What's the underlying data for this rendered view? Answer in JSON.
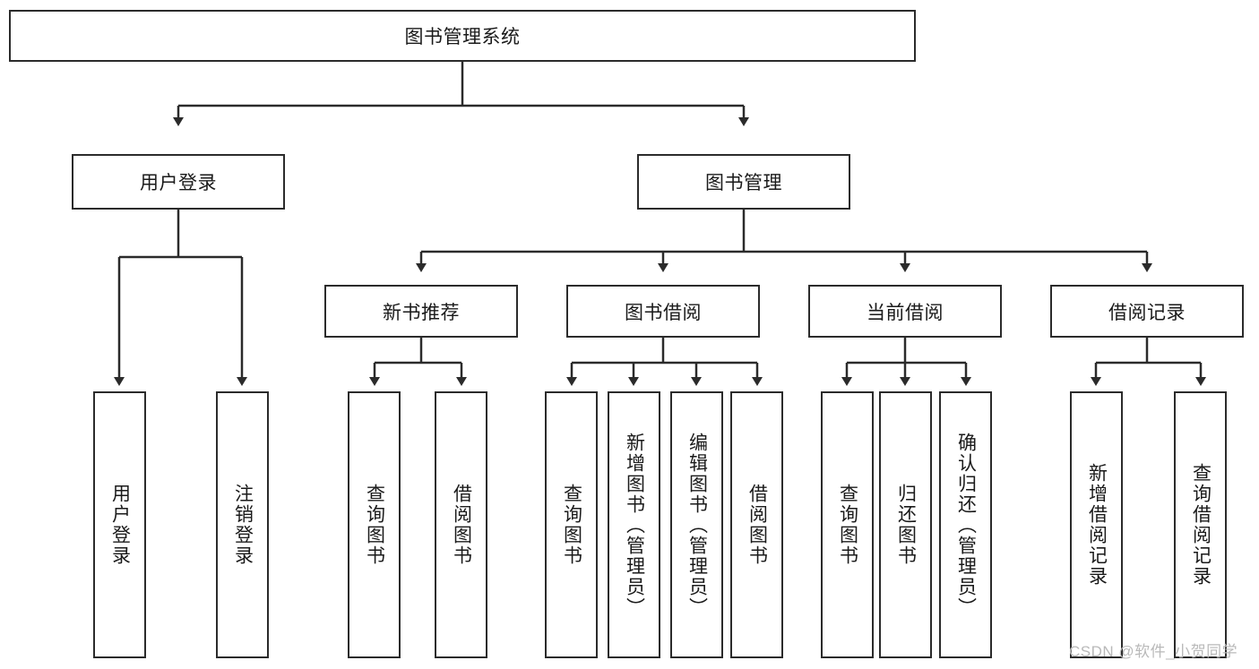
{
  "diagram": {
    "title": "图书管理系统",
    "type": "hierarchy-tree",
    "watermark": "CSDN @软件_小贺同学",
    "colors": {
      "stroke": "#2b2b2b",
      "fill": "#ffffff",
      "text": "#1a1a1a",
      "watermark": "#b9b9b9"
    },
    "nodes": {
      "root": {
        "label": "图书管理系统"
      },
      "level2": [
        {
          "id": "user-login",
          "label": "用户登录"
        },
        {
          "id": "book-manage",
          "label": "图书管理"
        }
      ],
      "level3": [
        {
          "id": "new-book-recommend",
          "label": "新书推荐"
        },
        {
          "id": "book-borrow",
          "label": "图书借阅"
        },
        {
          "id": "current-borrow",
          "label": "当前借阅"
        },
        {
          "id": "borrow-record",
          "label": "借阅记录"
        }
      ],
      "leaves": {
        "user-login": [
          {
            "id": "leaf-user-login",
            "label": "用户登录"
          },
          {
            "id": "leaf-logout",
            "label": "注销登录"
          }
        ],
        "new-book-recommend": [
          {
            "id": "leaf-query-book-1",
            "label": "查询图书"
          },
          {
            "id": "leaf-borrow-book-1",
            "label": "借阅图书"
          }
        ],
        "book-borrow": [
          {
            "id": "leaf-query-book-2",
            "label": "查询图书"
          },
          {
            "id": "leaf-add-book",
            "label": "新增图书（管理员）"
          },
          {
            "id": "leaf-edit-book",
            "label": "编辑图书（管理员）"
          },
          {
            "id": "leaf-borrow-book-2",
            "label": "借阅图书"
          }
        ],
        "current-borrow": [
          {
            "id": "leaf-query-book-3",
            "label": "查询图书"
          },
          {
            "id": "leaf-return-book",
            "label": "归还图书"
          },
          {
            "id": "leaf-confirm-return",
            "label": "确认归还（管理员）"
          }
        ],
        "borrow-record": [
          {
            "id": "leaf-add-record",
            "label": "新增借阅记录"
          },
          {
            "id": "leaf-query-record",
            "label": "查询借阅记录"
          }
        ]
      }
    }
  }
}
